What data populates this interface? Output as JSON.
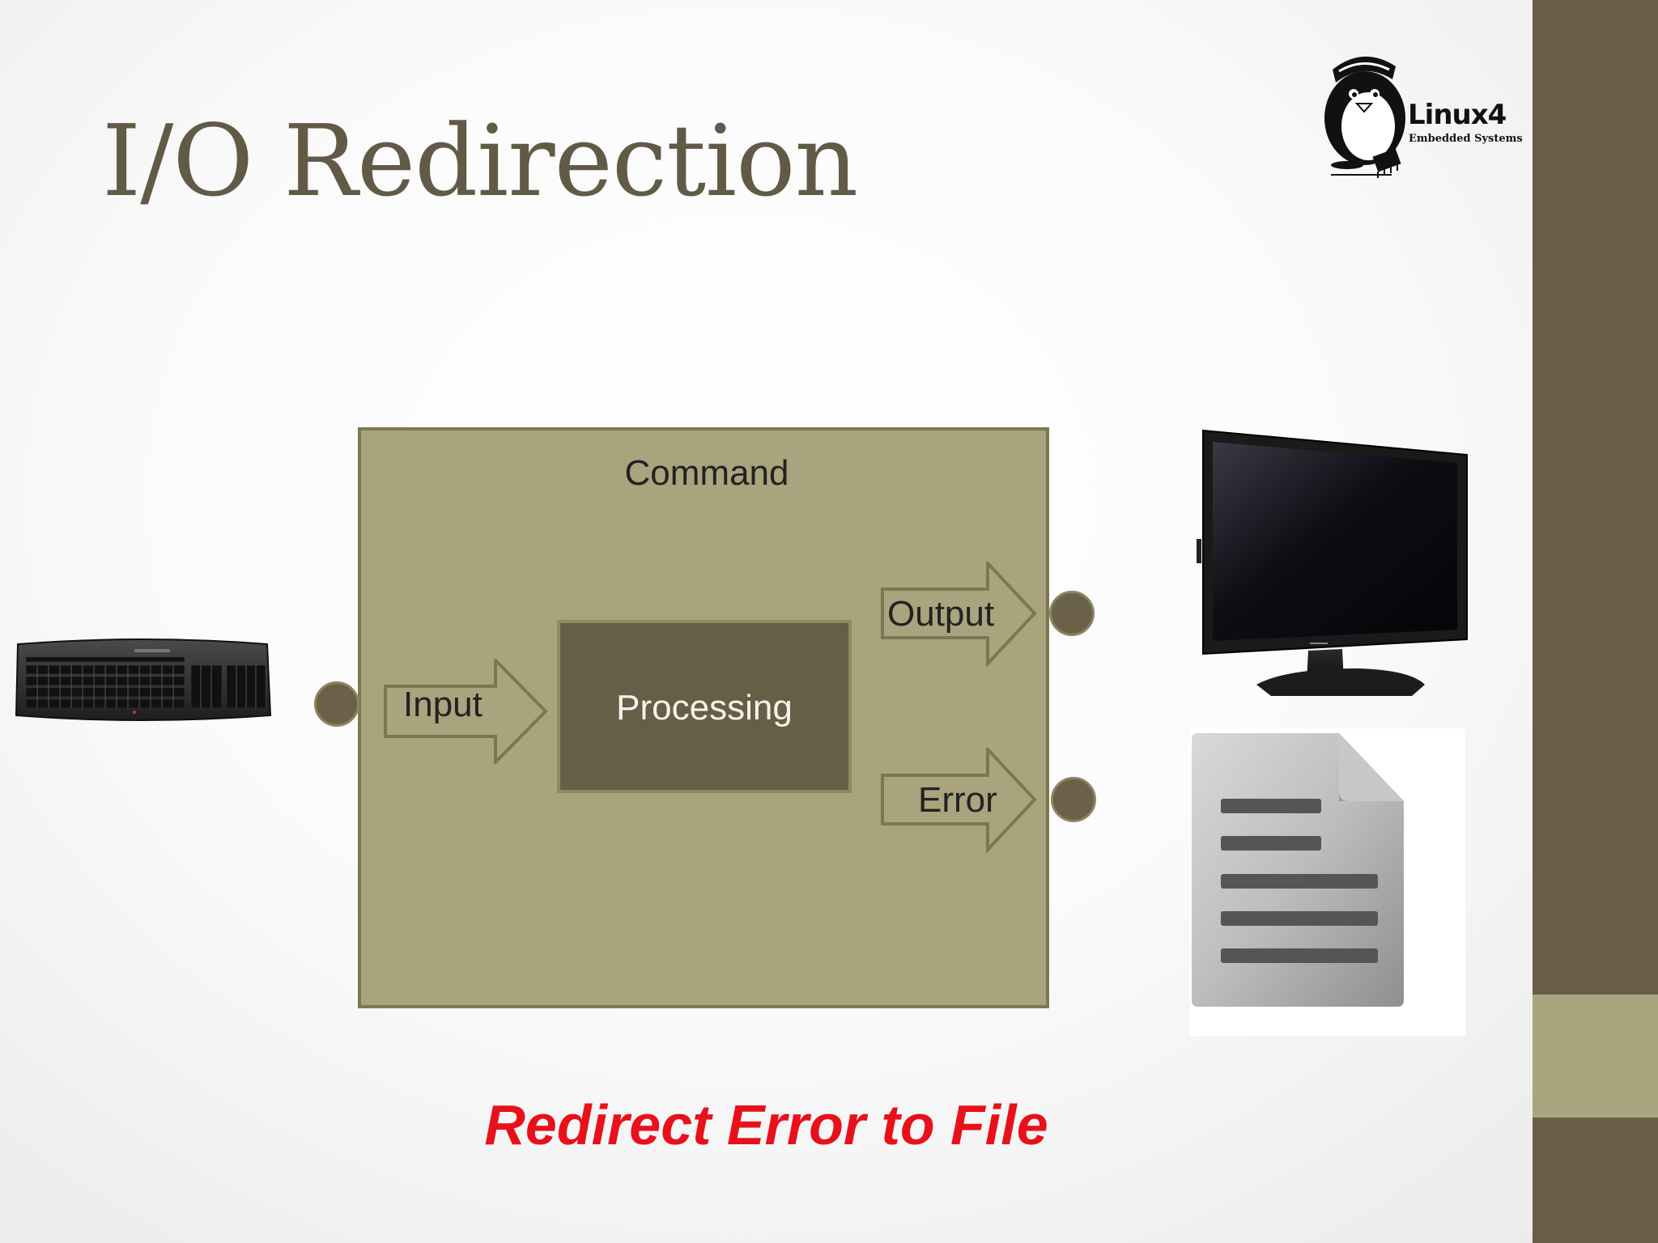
{
  "slide": {
    "title": "I/O Redirection",
    "caption": "Redirect Error to File"
  },
  "logo": {
    "line1": "Linux4",
    "line2": "Embedded Systems"
  },
  "diagram": {
    "command_label": "Command",
    "processing_label": "Processing",
    "input_label": "Input",
    "output_label": "Output",
    "error_label": "Error"
  },
  "colors": {
    "sidebar": "#685e47",
    "sidebar_accent": "#aaa57e",
    "command_box": "#a9a47d",
    "processing_box": "#675e47",
    "caption": "#e8111b"
  },
  "icons": {
    "logo": "penguin-logo-icon",
    "input_device": "keyboard-icon",
    "output_device": "monitor-icon",
    "error_target": "file-document-icon"
  }
}
